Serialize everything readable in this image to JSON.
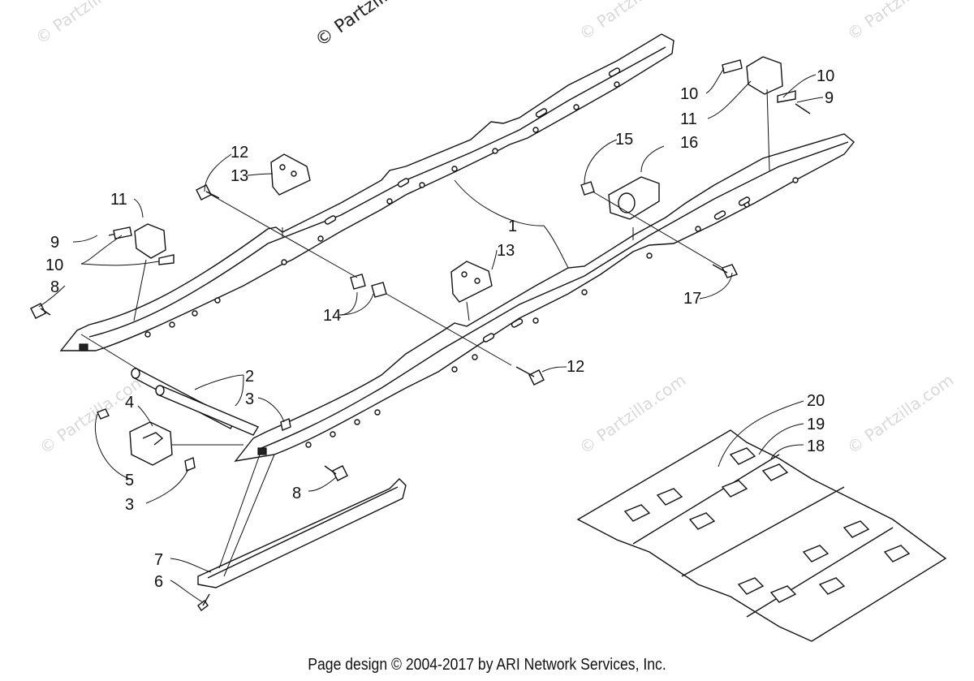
{
  "watermark": {
    "primary": "© Partzilla",
    "repeat": "© Partzilla.com"
  },
  "callouts": {
    "c1": "1",
    "c2": "2",
    "c3a": "3",
    "c3b": "3",
    "c4": "4",
    "c5": "5",
    "c6": "6",
    "c7": "7",
    "c8a": "8",
    "c8b": "8",
    "c9a": "9",
    "c9b": "9",
    "c10a": "10",
    "c10b": "10",
    "c10c": "10",
    "c11a": "11",
    "c11b": "11",
    "c12a": "12",
    "c12b": "12",
    "c13a": "13",
    "c13b": "13",
    "c14": "14",
    "c15": "15",
    "c16": "16",
    "c17": "17",
    "c18": "18",
    "c19": "19",
    "c20": "20"
  },
  "footer": {
    "copyright": "Page design © 2004-2017 by ARI Network Services, Inc."
  }
}
